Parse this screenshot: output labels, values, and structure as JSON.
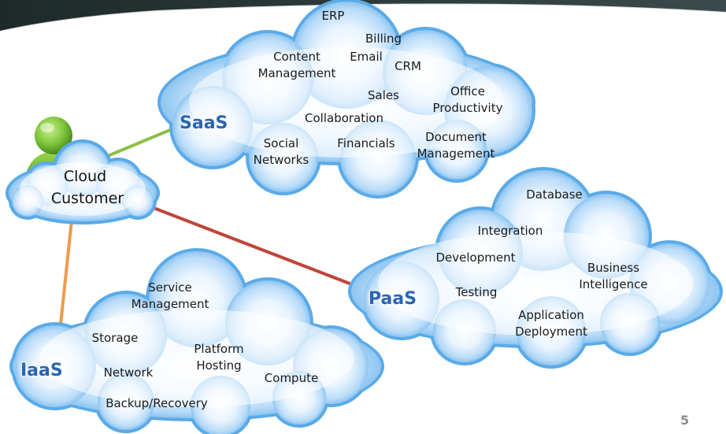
{
  "customer": {
    "line1": "Cloud",
    "line2": "Customer"
  },
  "saas": {
    "title": "SaaS",
    "items": {
      "erp": "ERP",
      "billing": "Billing",
      "content_1": "Content",
      "content_2": "Management",
      "email": "Email",
      "crm": "CRM",
      "office_1": "Office",
      "office_2": "Productivity",
      "sales": "Sales",
      "collaboration": "Collaboration",
      "social_1": "Social",
      "social_2": "Networks",
      "financials": "Financials",
      "document_1": "Document",
      "document_2": "Management"
    }
  },
  "paas": {
    "title": "PaaS",
    "items": {
      "database": "Database",
      "integration": "Integration",
      "development": "Development",
      "bi_1": "Business",
      "bi_2": "Intelligence",
      "testing": "Testing",
      "app_1": "Application",
      "app_2": "Deployment"
    }
  },
  "iaas": {
    "title": "IaaS",
    "items": {
      "service_1": "Service",
      "service_2": "Management",
      "storage": "Storage",
      "platform_1": "Platform",
      "platform_2": "Hosting",
      "network": "Network",
      "compute": "Compute",
      "backup": "Backup/Recovery"
    }
  },
  "page_number": "5",
  "colors": {
    "cloud_center": "#ffffff",
    "cloud_mid": "#cfe5fa",
    "cloud_edge": "#5aaae8",
    "title_blue": "#2a64b0",
    "saas_link": "#8cbf46",
    "paas_link": "#c0453a",
    "iaas_link": "#f09a4c",
    "person_head": "#7cc43a",
    "header_dark": "#2d3b3b"
  }
}
